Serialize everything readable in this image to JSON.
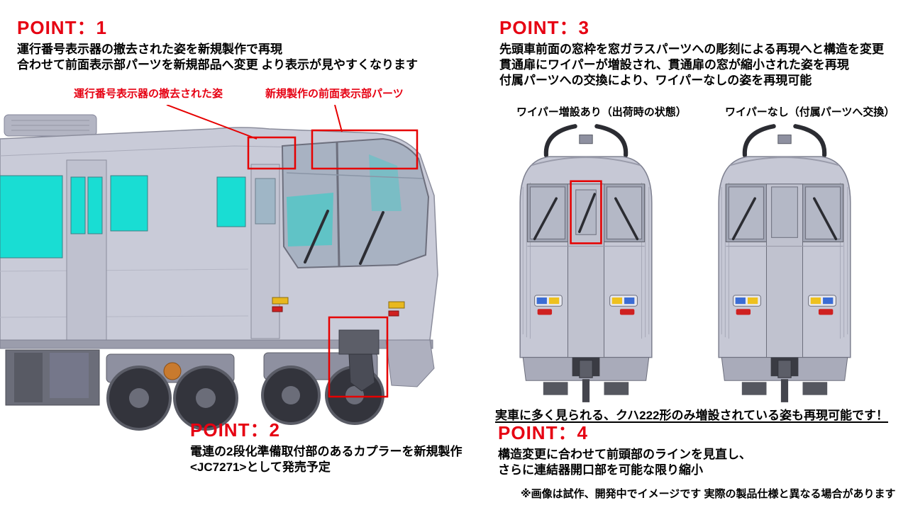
{
  "colors": {
    "accent_red": "#e60012",
    "window_cyan": "#19ddd3",
    "body_gray": "#c9cbd8",
    "underframe_gray": "#6b6d79"
  },
  "point1": {
    "title": "POINT：1",
    "lines": [
      "運行番号表示器の撤去された姿を新規製作で再現",
      "合わせて前面表示部パーツを新規部品へ変更 より表示が見やすくなります"
    ],
    "callout_left": "運行番号表示器の撤去された姿",
    "callout_right": "新規製作の前面表示部パーツ"
  },
  "point2": {
    "title": "POINT：2",
    "lines": [
      "電連の2段化準備取付部のあるカプラーを新規製作",
      "<JC7271>として発売予定"
    ]
  },
  "point3": {
    "title": "POINT：3",
    "lines": [
      "先頭車前面の窓枠を窓ガラスパーツへの彫刻による再現へと構造を変更",
      "貫通扉にワイパーが増設され、貫通扉の窓が縮小された姿を再現",
      "付属パーツへの交換により、ワイパーなしの姿を再現可能"
    ],
    "label_left": "ワイパー増設あり（出荷時の状態）",
    "label_right": "ワイパーなし（付属パーツへ交換）"
  },
  "note_kuha": "実車に多く見られる、クハ222形のみ増設されている姿も再現可能です！",
  "point4": {
    "title": "POINT：4",
    "lines": [
      "構造変更に合わせて前頭部のラインを見直し、",
      "さらに連結器開口部を可能な限り縮小"
    ]
  },
  "disclaimer": "※画像は試作、開発中でイメージです 実際の製品仕様と異なる場合があります"
}
